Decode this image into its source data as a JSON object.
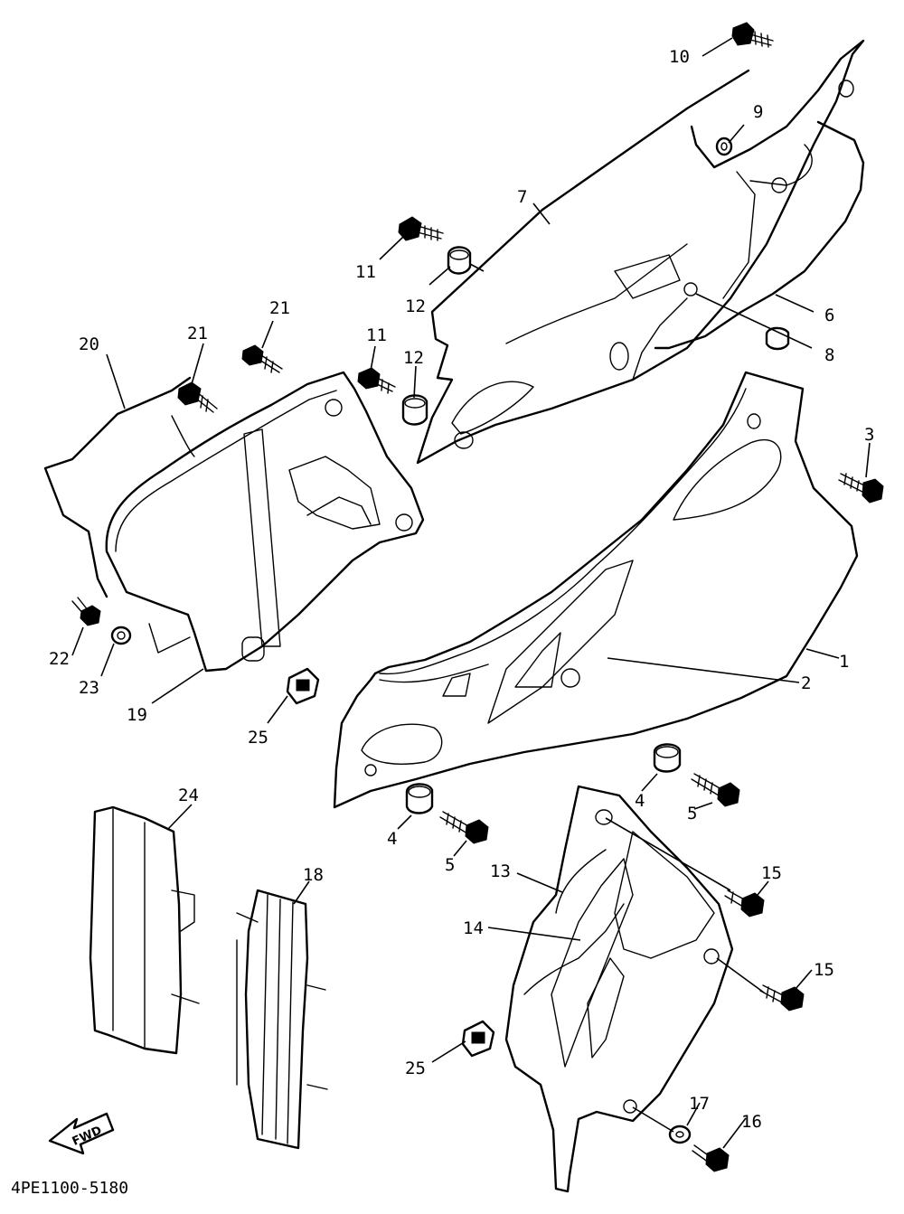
{
  "diagram": {
    "figure_code": "4PE1100-5180",
    "direction_label": "FWD",
    "callouts": [
      {
        "id": "c10",
        "label": "10"
      },
      {
        "id": "c9",
        "label": "9"
      },
      {
        "id": "c7",
        "label": "7"
      },
      {
        "id": "c11a",
        "label": "11"
      },
      {
        "id": "c12a",
        "label": "12"
      },
      {
        "id": "c6",
        "label": "6"
      },
      {
        "id": "c8",
        "label": "8"
      },
      {
        "id": "c21a",
        "label": "21"
      },
      {
        "id": "c21b",
        "label": "21"
      },
      {
        "id": "c20",
        "label": "20"
      },
      {
        "id": "c11b",
        "label": "11"
      },
      {
        "id": "c12b",
        "label": "12"
      },
      {
        "id": "c3",
        "label": "3"
      },
      {
        "id": "c1",
        "label": "1"
      },
      {
        "id": "c2",
        "label": "2"
      },
      {
        "id": "c22",
        "label": "22"
      },
      {
        "id": "c23",
        "label": "23"
      },
      {
        "id": "c19",
        "label": "19"
      },
      {
        "id": "c25a",
        "label": "25"
      },
      {
        "id": "c4a",
        "label": "4"
      },
      {
        "id": "c5a",
        "label": "5"
      },
      {
        "id": "c4b",
        "label": "4"
      },
      {
        "id": "c5b",
        "label": "5"
      },
      {
        "id": "c24",
        "label": "24"
      },
      {
        "id": "c18",
        "label": "18"
      },
      {
        "id": "c13",
        "label": "13"
      },
      {
        "id": "c14",
        "label": "14"
      },
      {
        "id": "c15a",
        "label": "15"
      },
      {
        "id": "c15b",
        "label": "15"
      },
      {
        "id": "c25b",
        "label": "25"
      },
      {
        "id": "c17",
        "label": "17"
      },
      {
        "id": "c16",
        "label": "16"
      }
    ]
  }
}
